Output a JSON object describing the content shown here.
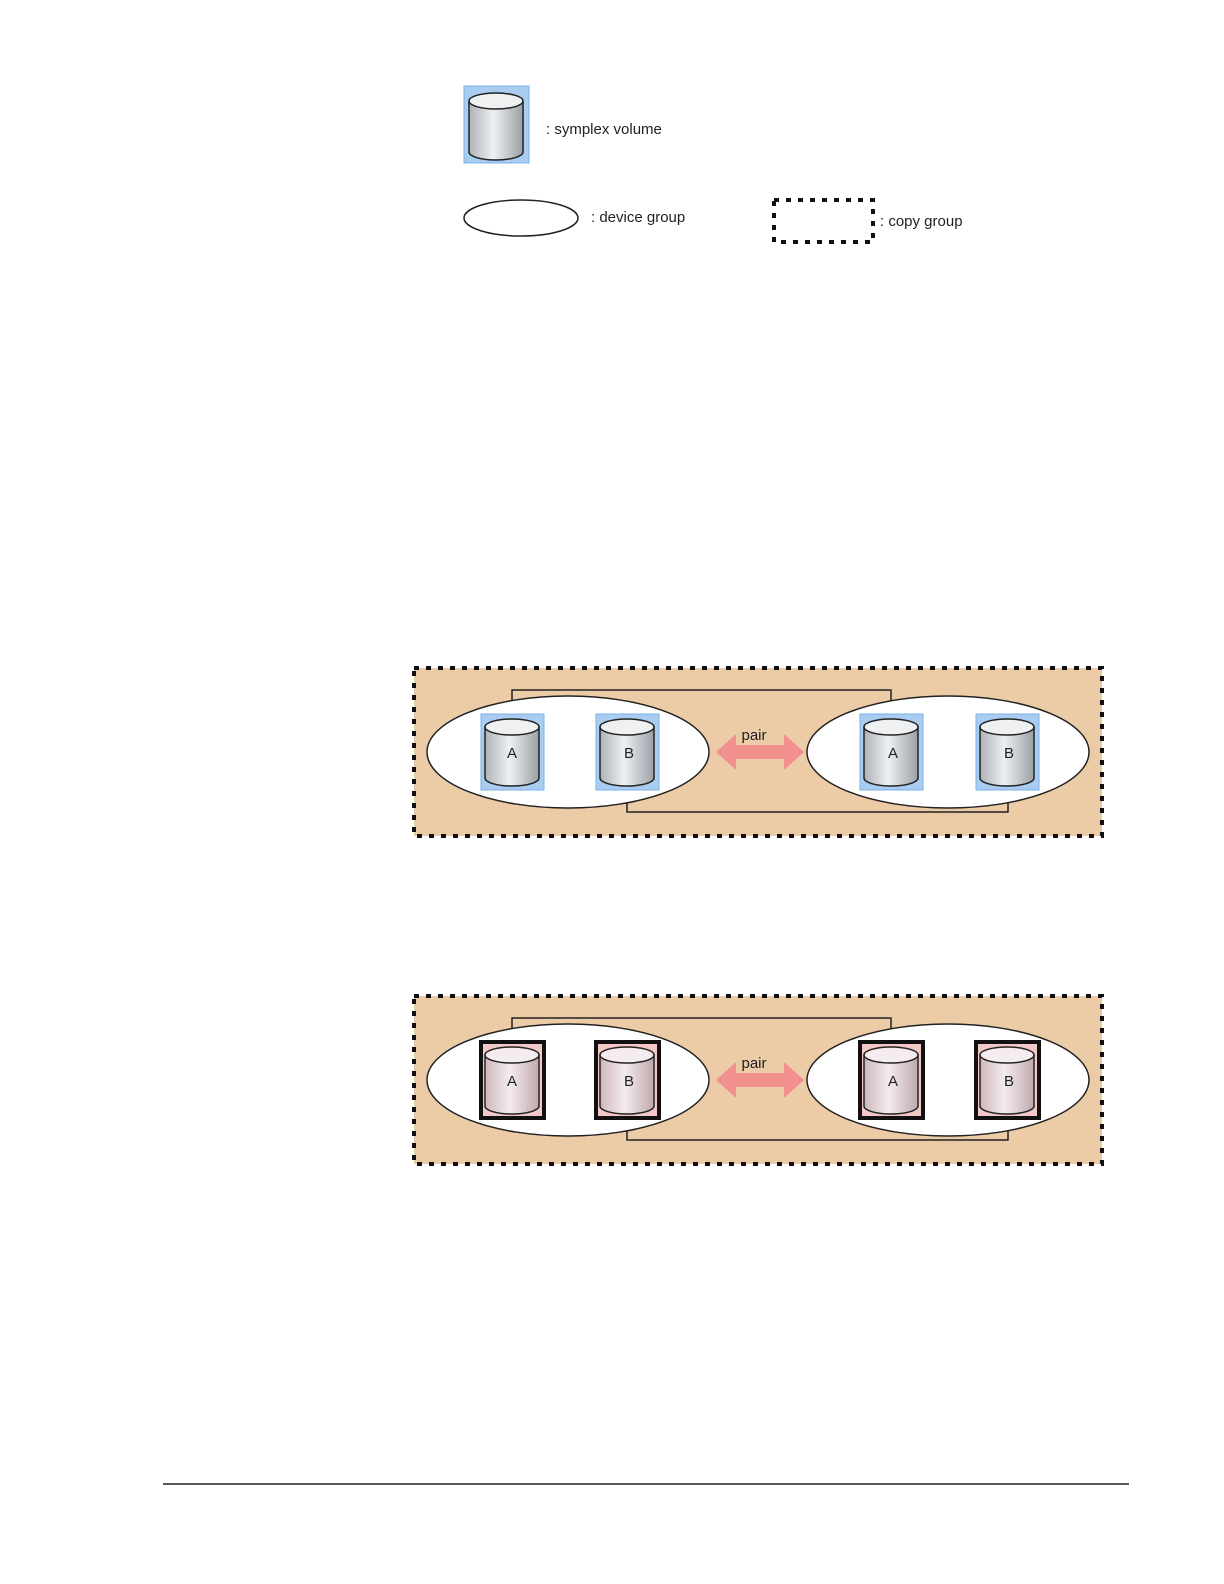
{
  "legend": {
    "symplex_volume": ": symplex volume",
    "device_group": ": device group",
    "copy_group": ":  copy group"
  },
  "diagrams": [
    {
      "state": "symplex",
      "arrow_label": "pair",
      "left_group": {
        "volumes": [
          "A",
          "B"
        ]
      },
      "right_group": {
        "volumes": [
          "A",
          "B"
        ]
      }
    },
    {
      "state": "paired",
      "arrow_label": "pair",
      "left_group": {
        "volumes": [
          "A",
          "B"
        ]
      },
      "right_group": {
        "volumes": [
          "A",
          "B"
        ]
      }
    }
  ],
  "colors": {
    "symplex_frame": "#a9cdf0",
    "symplex_frame_border": "#7ab0e6",
    "paired_frame": "#f5c8c8",
    "copy_group_fill": "#eccba7",
    "arrow": "#f28f8f",
    "cylinder_gray": "#c9ced3",
    "cylinder_pink": "#e3d3d6"
  }
}
